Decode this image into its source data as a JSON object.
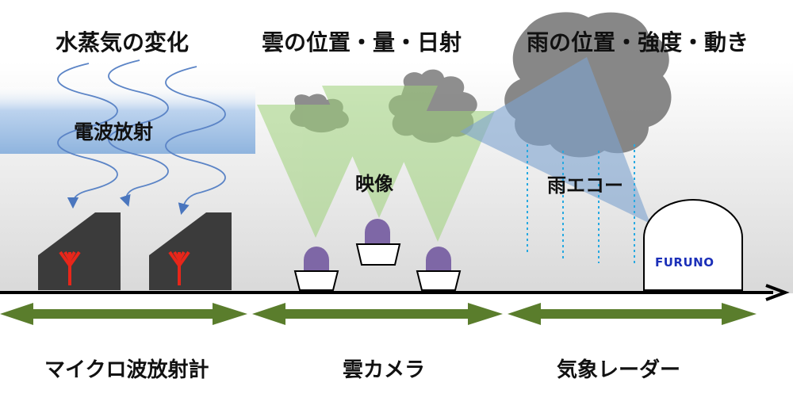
{
  "headings": {
    "water_vapor": "水蒸気の変化",
    "cloud": "雲の位置・量・日射",
    "rain": "雨の位置・強度・動き"
  },
  "labels": {
    "radiation": "電波放射",
    "image": "映像",
    "rain_echo": "雨エコー"
  },
  "sections": {
    "microwave": "マイクロ波放射計",
    "camera": "雲カメラ",
    "radar": "気象レーダー"
  },
  "radar_brand": "FURUNO",
  "colors": {
    "axis": "#000000",
    "arrow_green": "#5a7d2c",
    "radiometer_body": "#3b3b3b",
    "antenna": "#e8261a",
    "wave": "#5b84c6",
    "camera_dome": "#7e67a6",
    "view_cone": "#9ed27a",
    "radar_beam": "#7ea3cf",
    "cloud": "#7a7a7a",
    "rain_dots": "#27a9e1",
    "brand": "#1b2fb8"
  }
}
